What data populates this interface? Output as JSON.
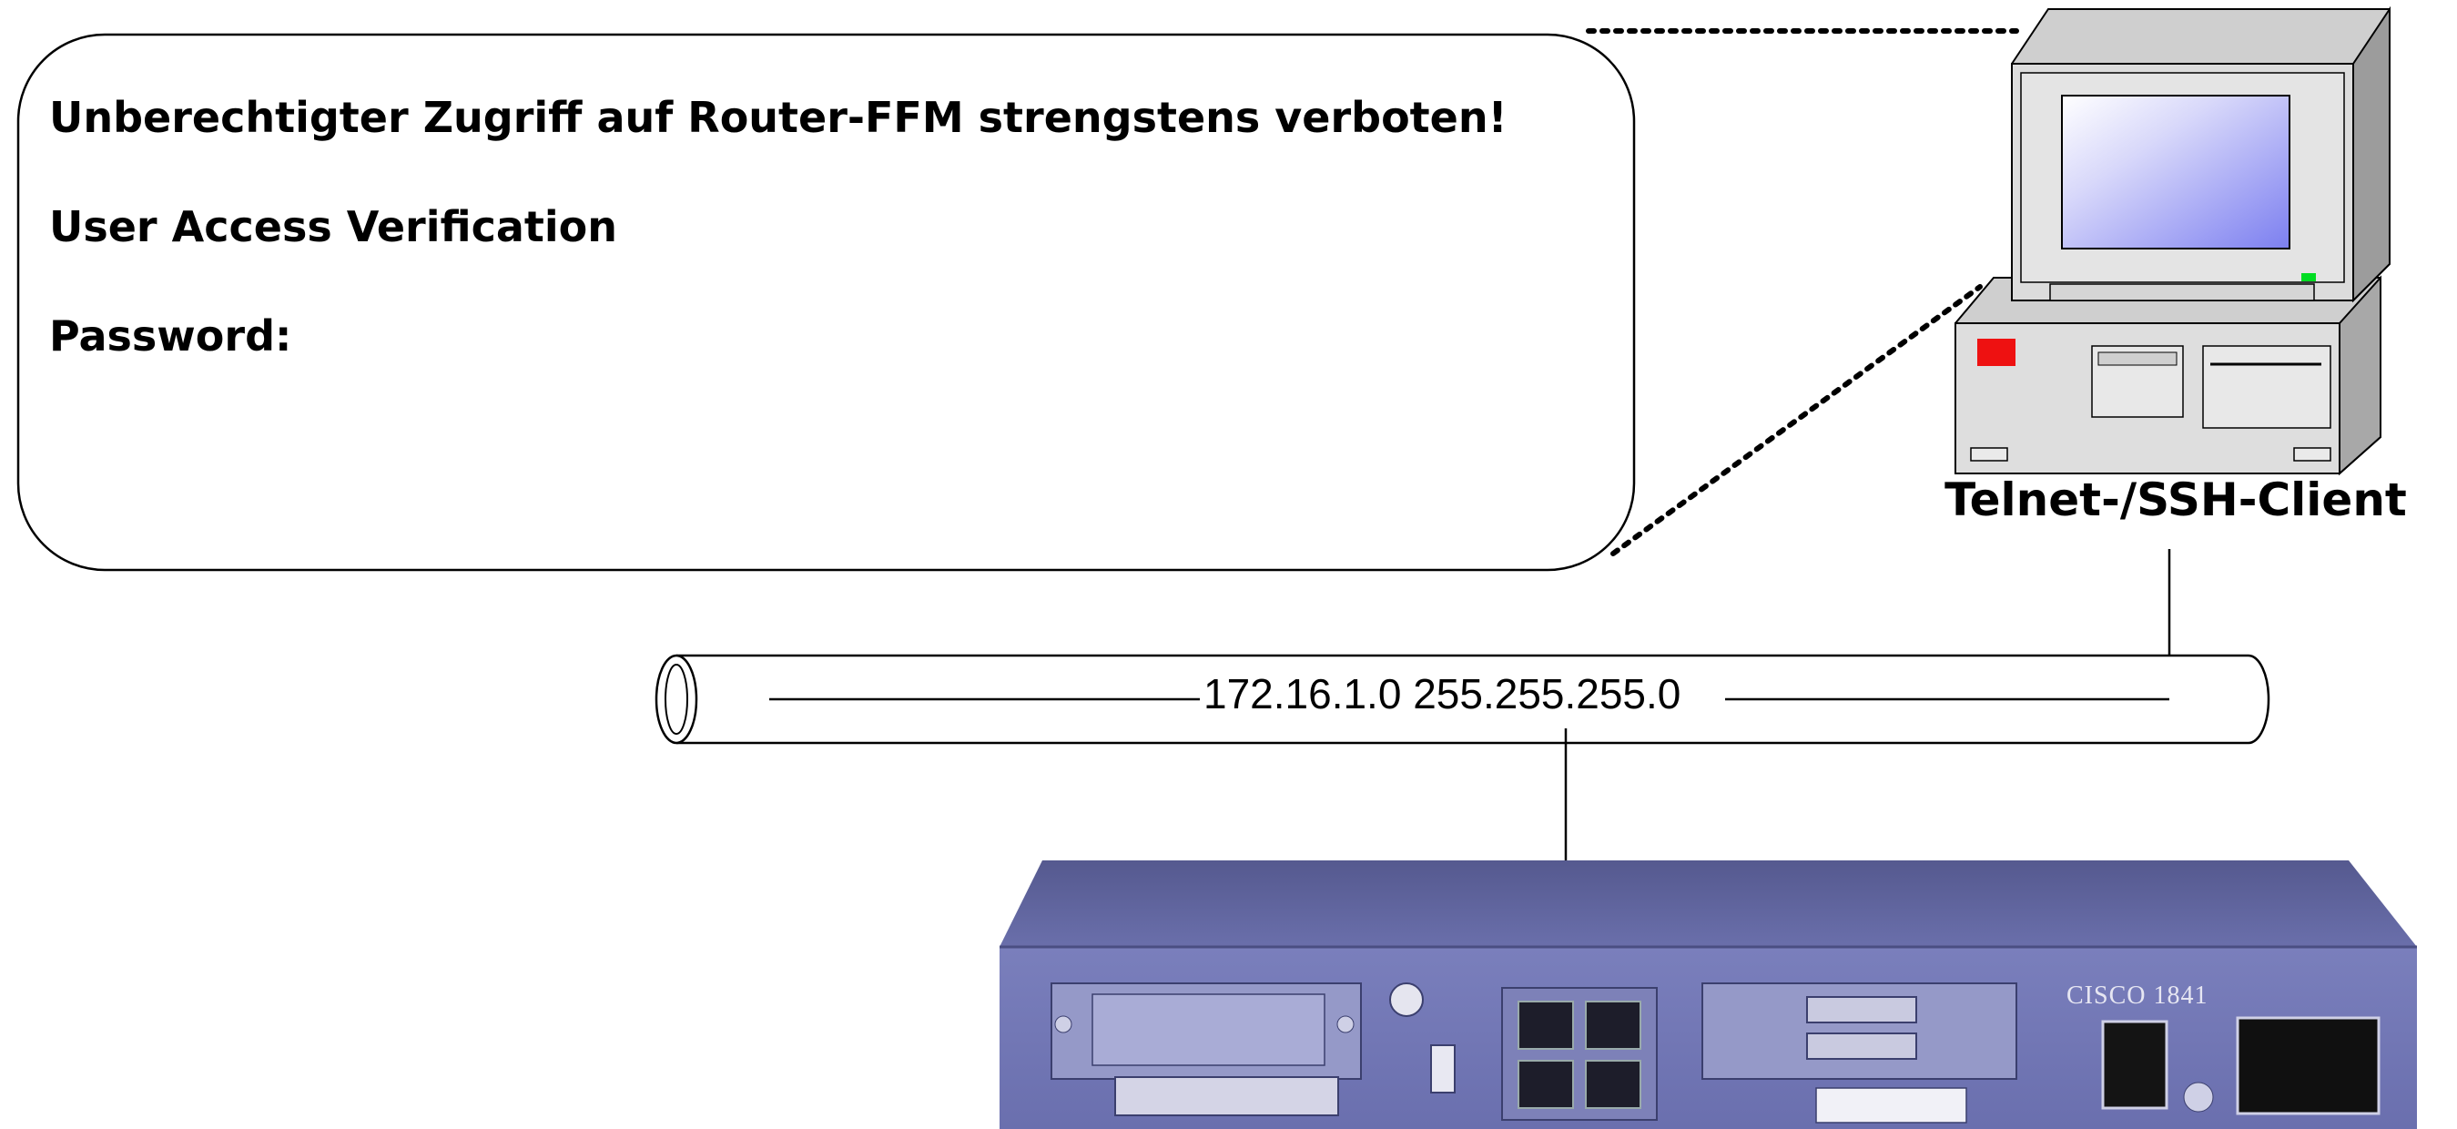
{
  "terminal": {
    "line1": "Unberechtigter Zugriff auf Router-FFM strengstens verboten!",
    "line2": "User Access Verification",
    "line3": "Password:"
  },
  "client": {
    "label": "Telnet-/SSH-Client",
    "icon": "desktop-computer-icon"
  },
  "network": {
    "label": "172.16.1.0 255.255.255.0"
  },
  "router": {
    "brand_label": "CISCO 1841",
    "icon": "router-icon"
  },
  "colors": {
    "router_body": "#5a5f9c",
    "router_face": "#6f74b2",
    "screen": "#8f92f0",
    "monitor": "#d9d9d9",
    "led_green": "#00dd22",
    "led_red": "#ee1111"
  }
}
